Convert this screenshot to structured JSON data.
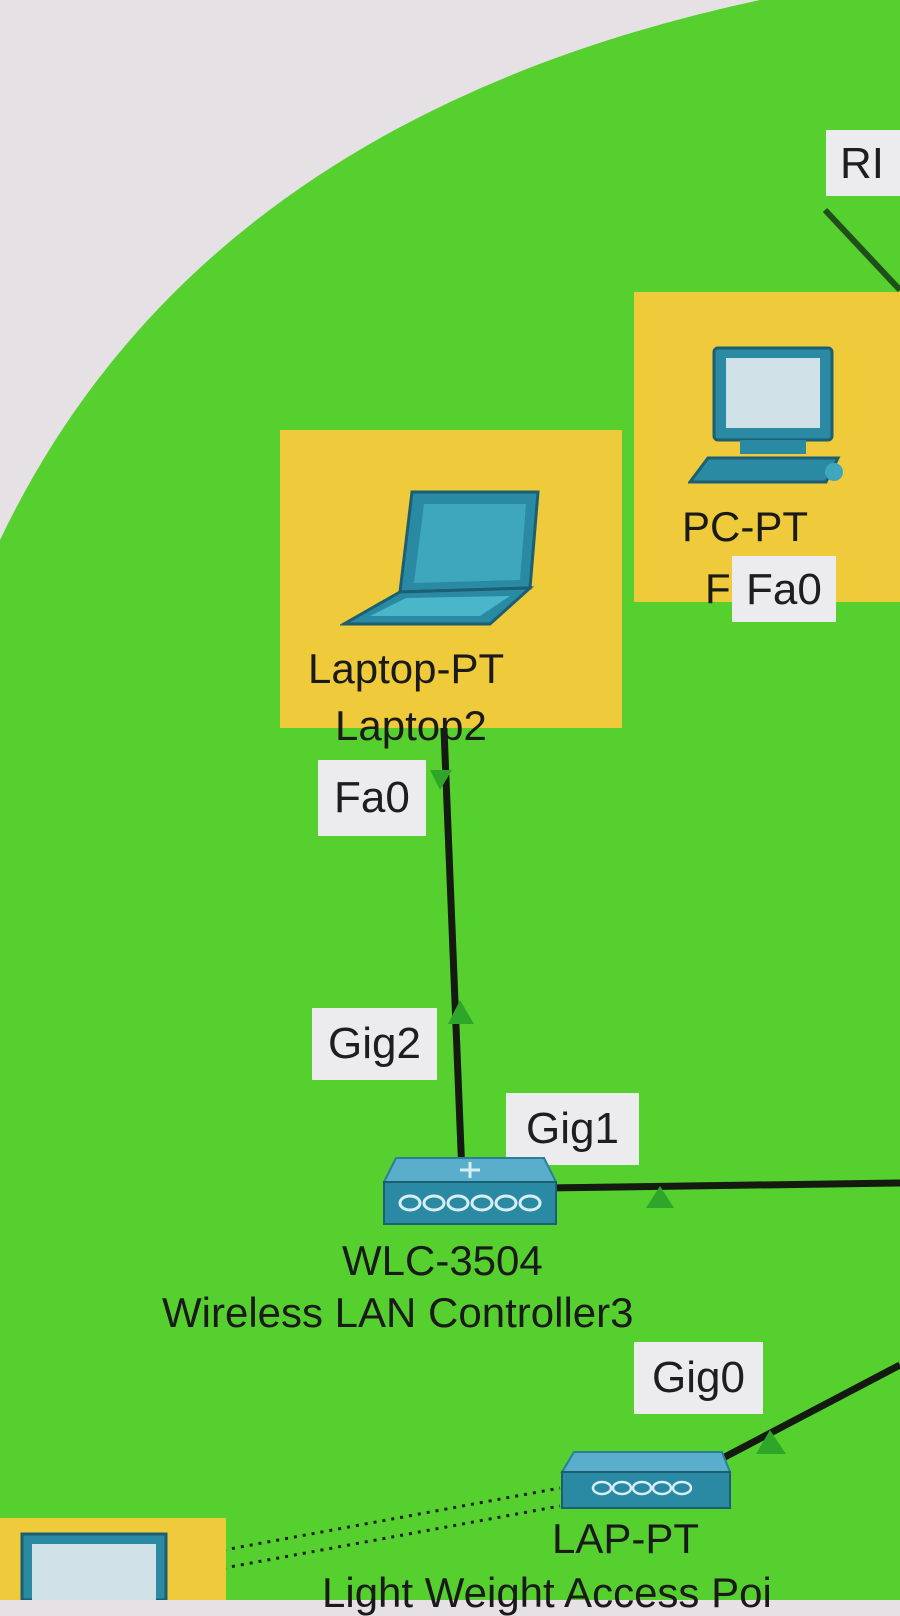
{
  "colors": {
    "background": "#e6e1e4",
    "cluster_area": "#56d02e",
    "device_highlight": "#efca3a",
    "link_line": "#141a0f",
    "device_teal": "#2a8aa3",
    "port_label_bg": "#ecebee"
  },
  "devices": {
    "laptop": {
      "model": "Laptop-PT",
      "name": "Laptop2",
      "icon": "laptop-icon"
    },
    "pc": {
      "model": "PC-PT",
      "name": "F",
      "icon": "desktop-pc-icon"
    },
    "wlc": {
      "model": "WLC-3504",
      "name": "Wireless LAN Controller3",
      "icon": "wireless-lan-controller-icon"
    },
    "lap": {
      "model": "LAP-PT",
      "name": "Light Weight Access Poi",
      "icon": "access-point-icon"
    },
    "partial_bottom": {
      "icon": "partial-device-icon"
    }
  },
  "ports": {
    "top_right_partial": "RI",
    "pc_fa0": "Fa0",
    "laptop_fa0": "Fa0",
    "wlc_gig2": "Gig2",
    "wlc_gig1": "Gig1",
    "wlc_gig0": "Gig0"
  }
}
